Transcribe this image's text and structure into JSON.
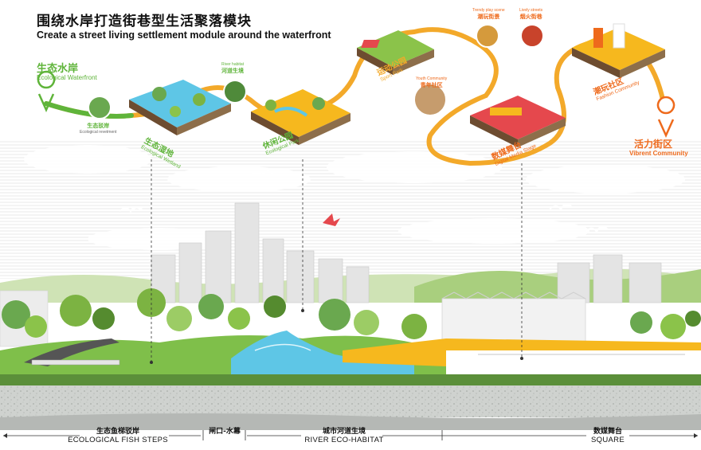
{
  "title": {
    "cn": "围绕水岸打造街巷型生活聚落模块",
    "en": "Create a street living settlement module around the waterfront"
  },
  "route": {
    "start": {
      "cn": "生态水岸",
      "en": "Ecological Waterfront"
    },
    "end": {
      "cn": "活力街区",
      "en": "Vibrent Community"
    }
  },
  "modules": [
    {
      "cn": "生态湿地",
      "en": "Ecological Wetland"
    },
    {
      "cn": "休闲公园",
      "en": "Ecological Park"
    },
    {
      "cn": "运动公园",
      "en": "Sport Park"
    },
    {
      "cn": "数媒舞台",
      "en": "Digital Media Stage"
    },
    {
      "cn": "潮玩社区",
      "en": "Fashion Community"
    }
  ],
  "small_labels": [
    {
      "cn": "生态驳岸",
      "en": "Ecological revetment"
    },
    {
      "cn": "河道生境",
      "en": "River habitat"
    },
    {
      "cn": "青年社区",
      "en": "Youth Community"
    },
    {
      "cn": "潮玩街景",
      "en": "Trendy play scene"
    },
    {
      "cn": "烟火街巷",
      "en": "Lively streets"
    }
  ],
  "sections": [
    {
      "cn": "生态鱼梯驳岸",
      "en": "ECOLOGICAL FISH STEPS"
    },
    {
      "cn": "闸口-水幕",
      "en": ""
    },
    {
      "cn": "城市河道生境",
      "en": "RIVER ECO-HABITAT"
    },
    {
      "cn": "数媒舞台",
      "en": "SQUARE"
    }
  ],
  "colors": {
    "eco_green": "#5fb43a",
    "path_orange": "#f3a92a",
    "accent_orange": "#ee6a1c",
    "water_blue": "#5ec6e6",
    "stage_yellow": "#f6b81e"
  }
}
